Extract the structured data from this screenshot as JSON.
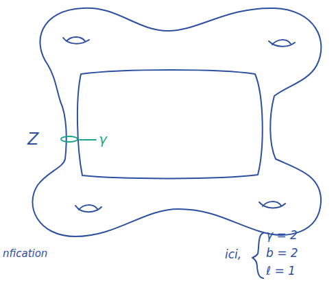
{
  "diagram": {
    "labels": [
      "Z",
      "γ",
      "ici,",
      "γ = 2",
      "b = 2",
      "ℓ = 1",
      "nfication"
    ]
  }
}
